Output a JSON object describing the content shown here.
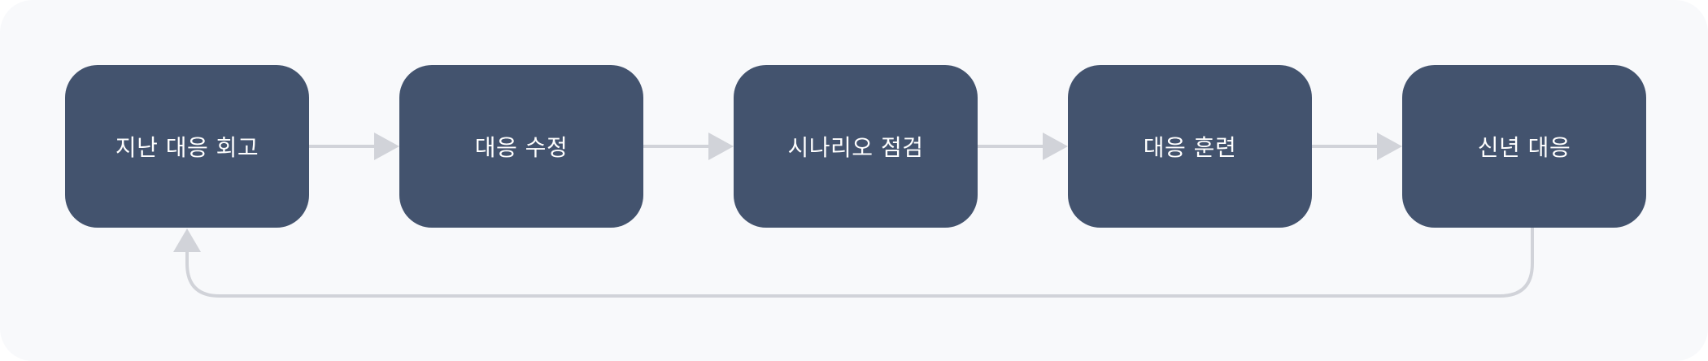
{
  "diagram": {
    "steps": [
      {
        "label": "지난 대응 회고"
      },
      {
        "label": "대응 수정"
      },
      {
        "label": "시나리오 점검"
      },
      {
        "label": "대응 훈련"
      },
      {
        "label": "신년 대응"
      }
    ],
    "colors": {
      "background": "#f8f9fb",
      "node_fill": "#43536e",
      "node_text": "#ffffff",
      "connector": "#d1d3d9"
    }
  }
}
